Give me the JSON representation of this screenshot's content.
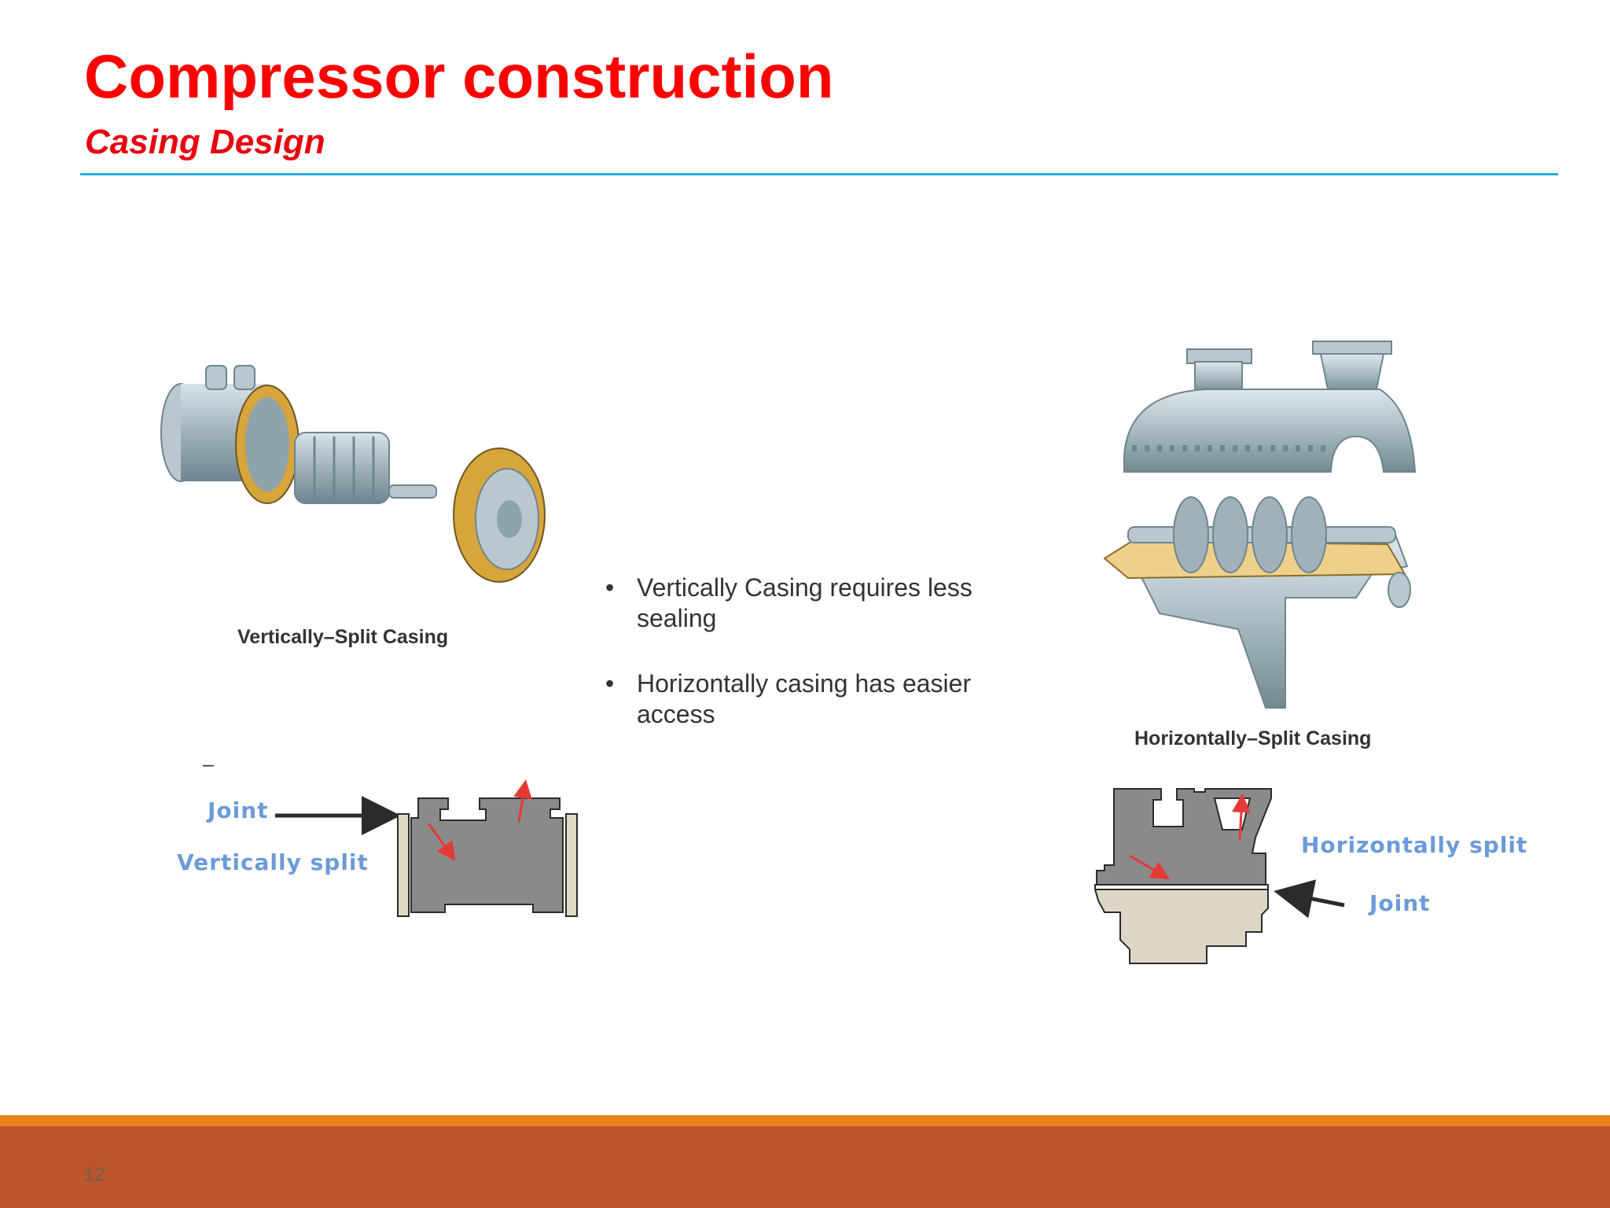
{
  "slide": {
    "title": "Compressor construction",
    "subtitle": "Casing Design",
    "page_number": "12"
  },
  "bullets": [
    {
      "marker": "•",
      "text": "Vertically Casing  requires less sealing"
    },
    {
      "marker": "•",
      "text": "Horizontally casing has easier access"
    }
  ],
  "left_figure": {
    "caption": "Vertically–Split Casing",
    "dash": "–",
    "joint_label": "Joint",
    "split_label": "Vertically split"
  },
  "right_figure": {
    "caption": "Horizontally–Split Casing",
    "split_label": "Horizontally split",
    "joint_label": "Joint"
  },
  "colors": {
    "title": "#ff0000",
    "rule": "#27aee0",
    "footer": "#bd562d",
    "footer_line": "#e8821c",
    "diagram_label": "#6b9bd8"
  }
}
